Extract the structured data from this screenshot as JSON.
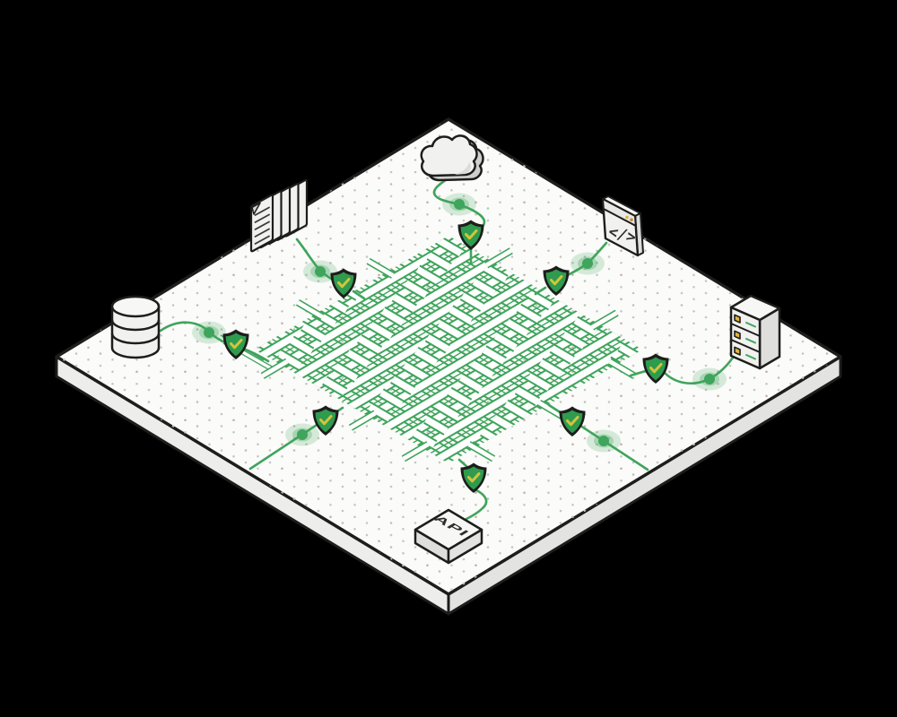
{
  "illustration": {
    "description": "Isometric platform with a woven green data mesh connecting verified data sources",
    "api_label": "API",
    "code_glyph": "</>"
  },
  "colors": {
    "background": "#000000",
    "accent_green": "#3fa45c",
    "shield_green": "#2f9b4e",
    "check_yellow": "#d2c43c",
    "led_amber": "#ddb53e",
    "platform_white": "#fbfbf9",
    "platform_side": "#ededeb",
    "outline_dark": "#1d1d1b",
    "icon_gray": "#f1f1ef",
    "dot_gray": "#c6c6c6"
  },
  "components": [
    "cloud-icon",
    "documents-icon",
    "code-window-icon",
    "database-icon",
    "server-rack-icon",
    "api-box-icon",
    "data-mesh",
    "shield-check-badge",
    "connection-node"
  ]
}
